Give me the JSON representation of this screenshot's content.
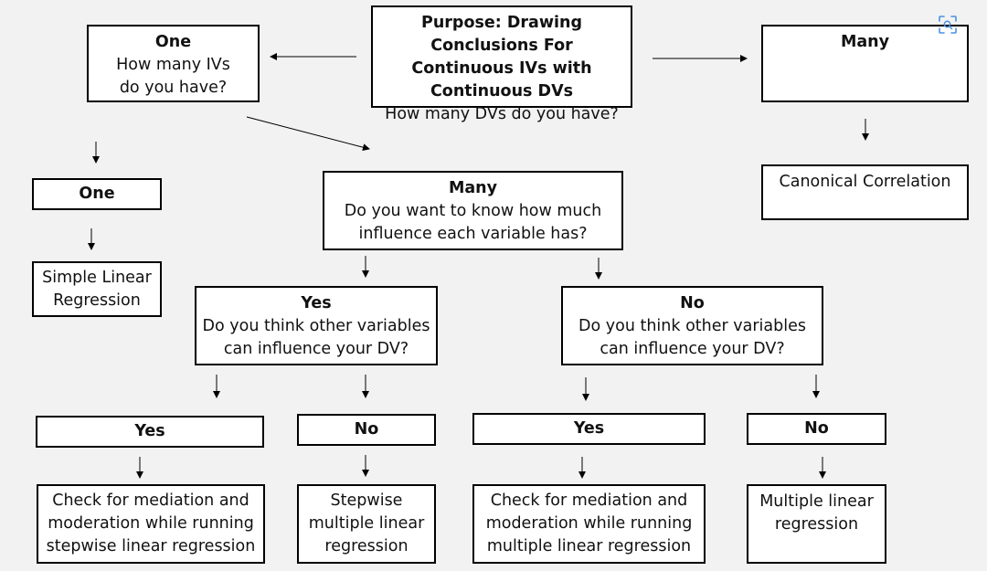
{
  "root": {
    "title": "Purpose: Drawing Conclusions For Continuous IVs with Continuous DVs",
    "question": "How many DVs do you have?"
  },
  "dv_one": {
    "label": "One",
    "question": "How many IVs do you have?"
  },
  "dv_many": {
    "label": "Many"
  },
  "canonical": {
    "label": "Canonical Correlation"
  },
  "iv_one": {
    "label": "One"
  },
  "simple_linear": {
    "label": "Simple Linear Regression"
  },
  "iv_many": {
    "label": "Many",
    "question": "Do you want to know how much influence each variable has?"
  },
  "influence_yes": {
    "label": "Yes",
    "question": "Do you think other variables can influence your DV?"
  },
  "influence_no": {
    "label": "No",
    "question": "Do you think other variables can influence your DV?"
  },
  "yes_yes": {
    "label": "Yes"
  },
  "yes_no": {
    "label": "No"
  },
  "no_yes": {
    "label": "Yes"
  },
  "no_no": {
    "label": "No"
  },
  "result_yes_yes": {
    "label": "Check for mediation and moderation while running stepwise  linear regression"
  },
  "result_yes_no": {
    "label": "Stepwise multiple linear regression"
  },
  "result_no_yes": {
    "label": "Check for mediation and moderation while running multiple linear regression"
  },
  "result_no_no": {
    "label": "Multiple linear regression"
  },
  "icons": {
    "corner_icon": "scan-icon",
    "accent": "#4a90e2"
  }
}
